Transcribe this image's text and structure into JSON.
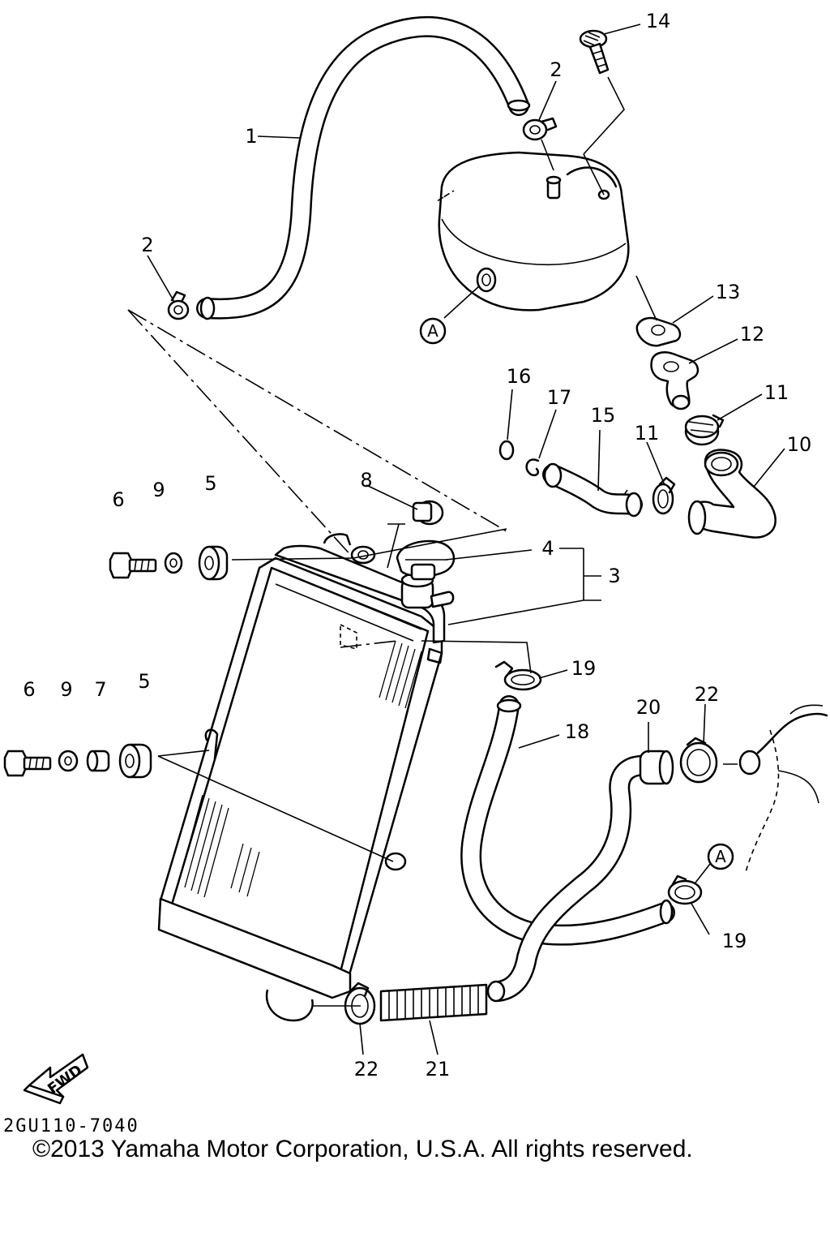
{
  "diagram": {
    "drawing_code": "2GU110-7040",
    "copyright": "©2013 Yamaha Motor Corporation, U.S.A. All rights reserved.",
    "fwd_label": "FWD",
    "reference_letter": "A",
    "callouts": {
      "c1": "1",
      "c2a": "2",
      "c2b": "2",
      "c3": "3",
      "c4": "4",
      "c5a": "5",
      "c5b": "5",
      "c6a": "6",
      "c6b": "6",
      "c7": "7",
      "c8": "8",
      "c9a": "9",
      "c9b": "9",
      "c10": "10",
      "c11a": "11",
      "c11b": "11",
      "c12": "12",
      "c13": "13",
      "c14": "14",
      "c15": "15",
      "c16": "16",
      "c17": "17",
      "c18": "18",
      "c19a": "19",
      "c19b": "19",
      "c20": "20",
      "c21": "21",
      "c22a": "22",
      "c22b": "22"
    }
  }
}
